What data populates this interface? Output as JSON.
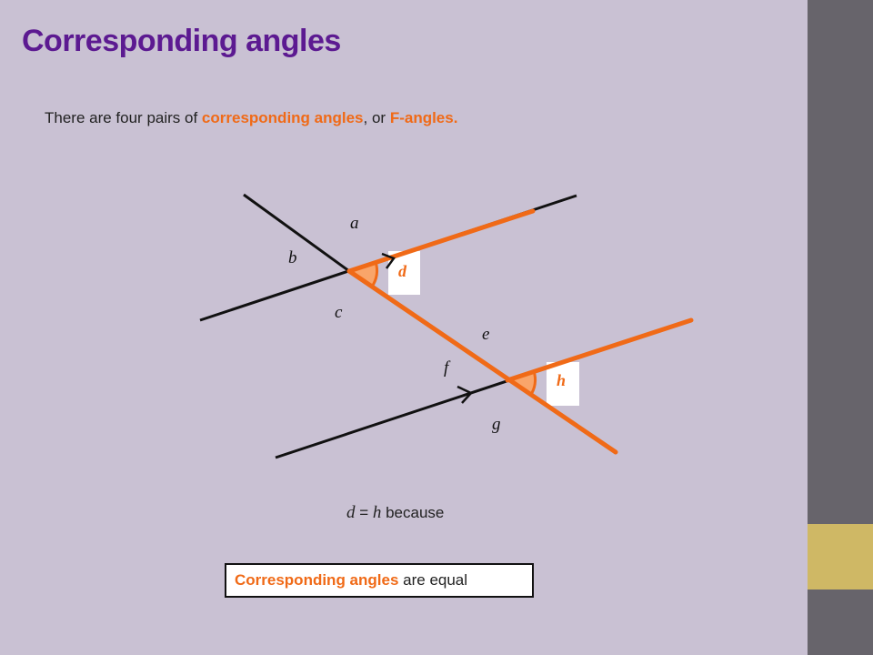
{
  "slide": {
    "title": "Corresponding angles",
    "intro": {
      "prefix": "There are four pairs of ",
      "highlight1": "corresponding angles",
      "middle": ", or ",
      "highlight2": "F-angles."
    },
    "reason": {
      "var1": "d",
      "equals": " = ",
      "var2": "h",
      "suffix": " because"
    },
    "answer": {
      "highlight": "Corresponding angles",
      "rest": " are equal"
    }
  },
  "diagram": {
    "labels": {
      "a": "a",
      "b": "b",
      "c": "c",
      "d": "d",
      "e": "e",
      "f": "f",
      "g": "g",
      "h": "h"
    },
    "colors": {
      "highlight": "#f06a17",
      "line": "#111111",
      "angle_fill": "#f9a56a",
      "title": "#5c1a91",
      "background": "#c9c1d3",
      "sidebar": "#67646b",
      "sidebar_accent": "#cfb865"
    }
  }
}
